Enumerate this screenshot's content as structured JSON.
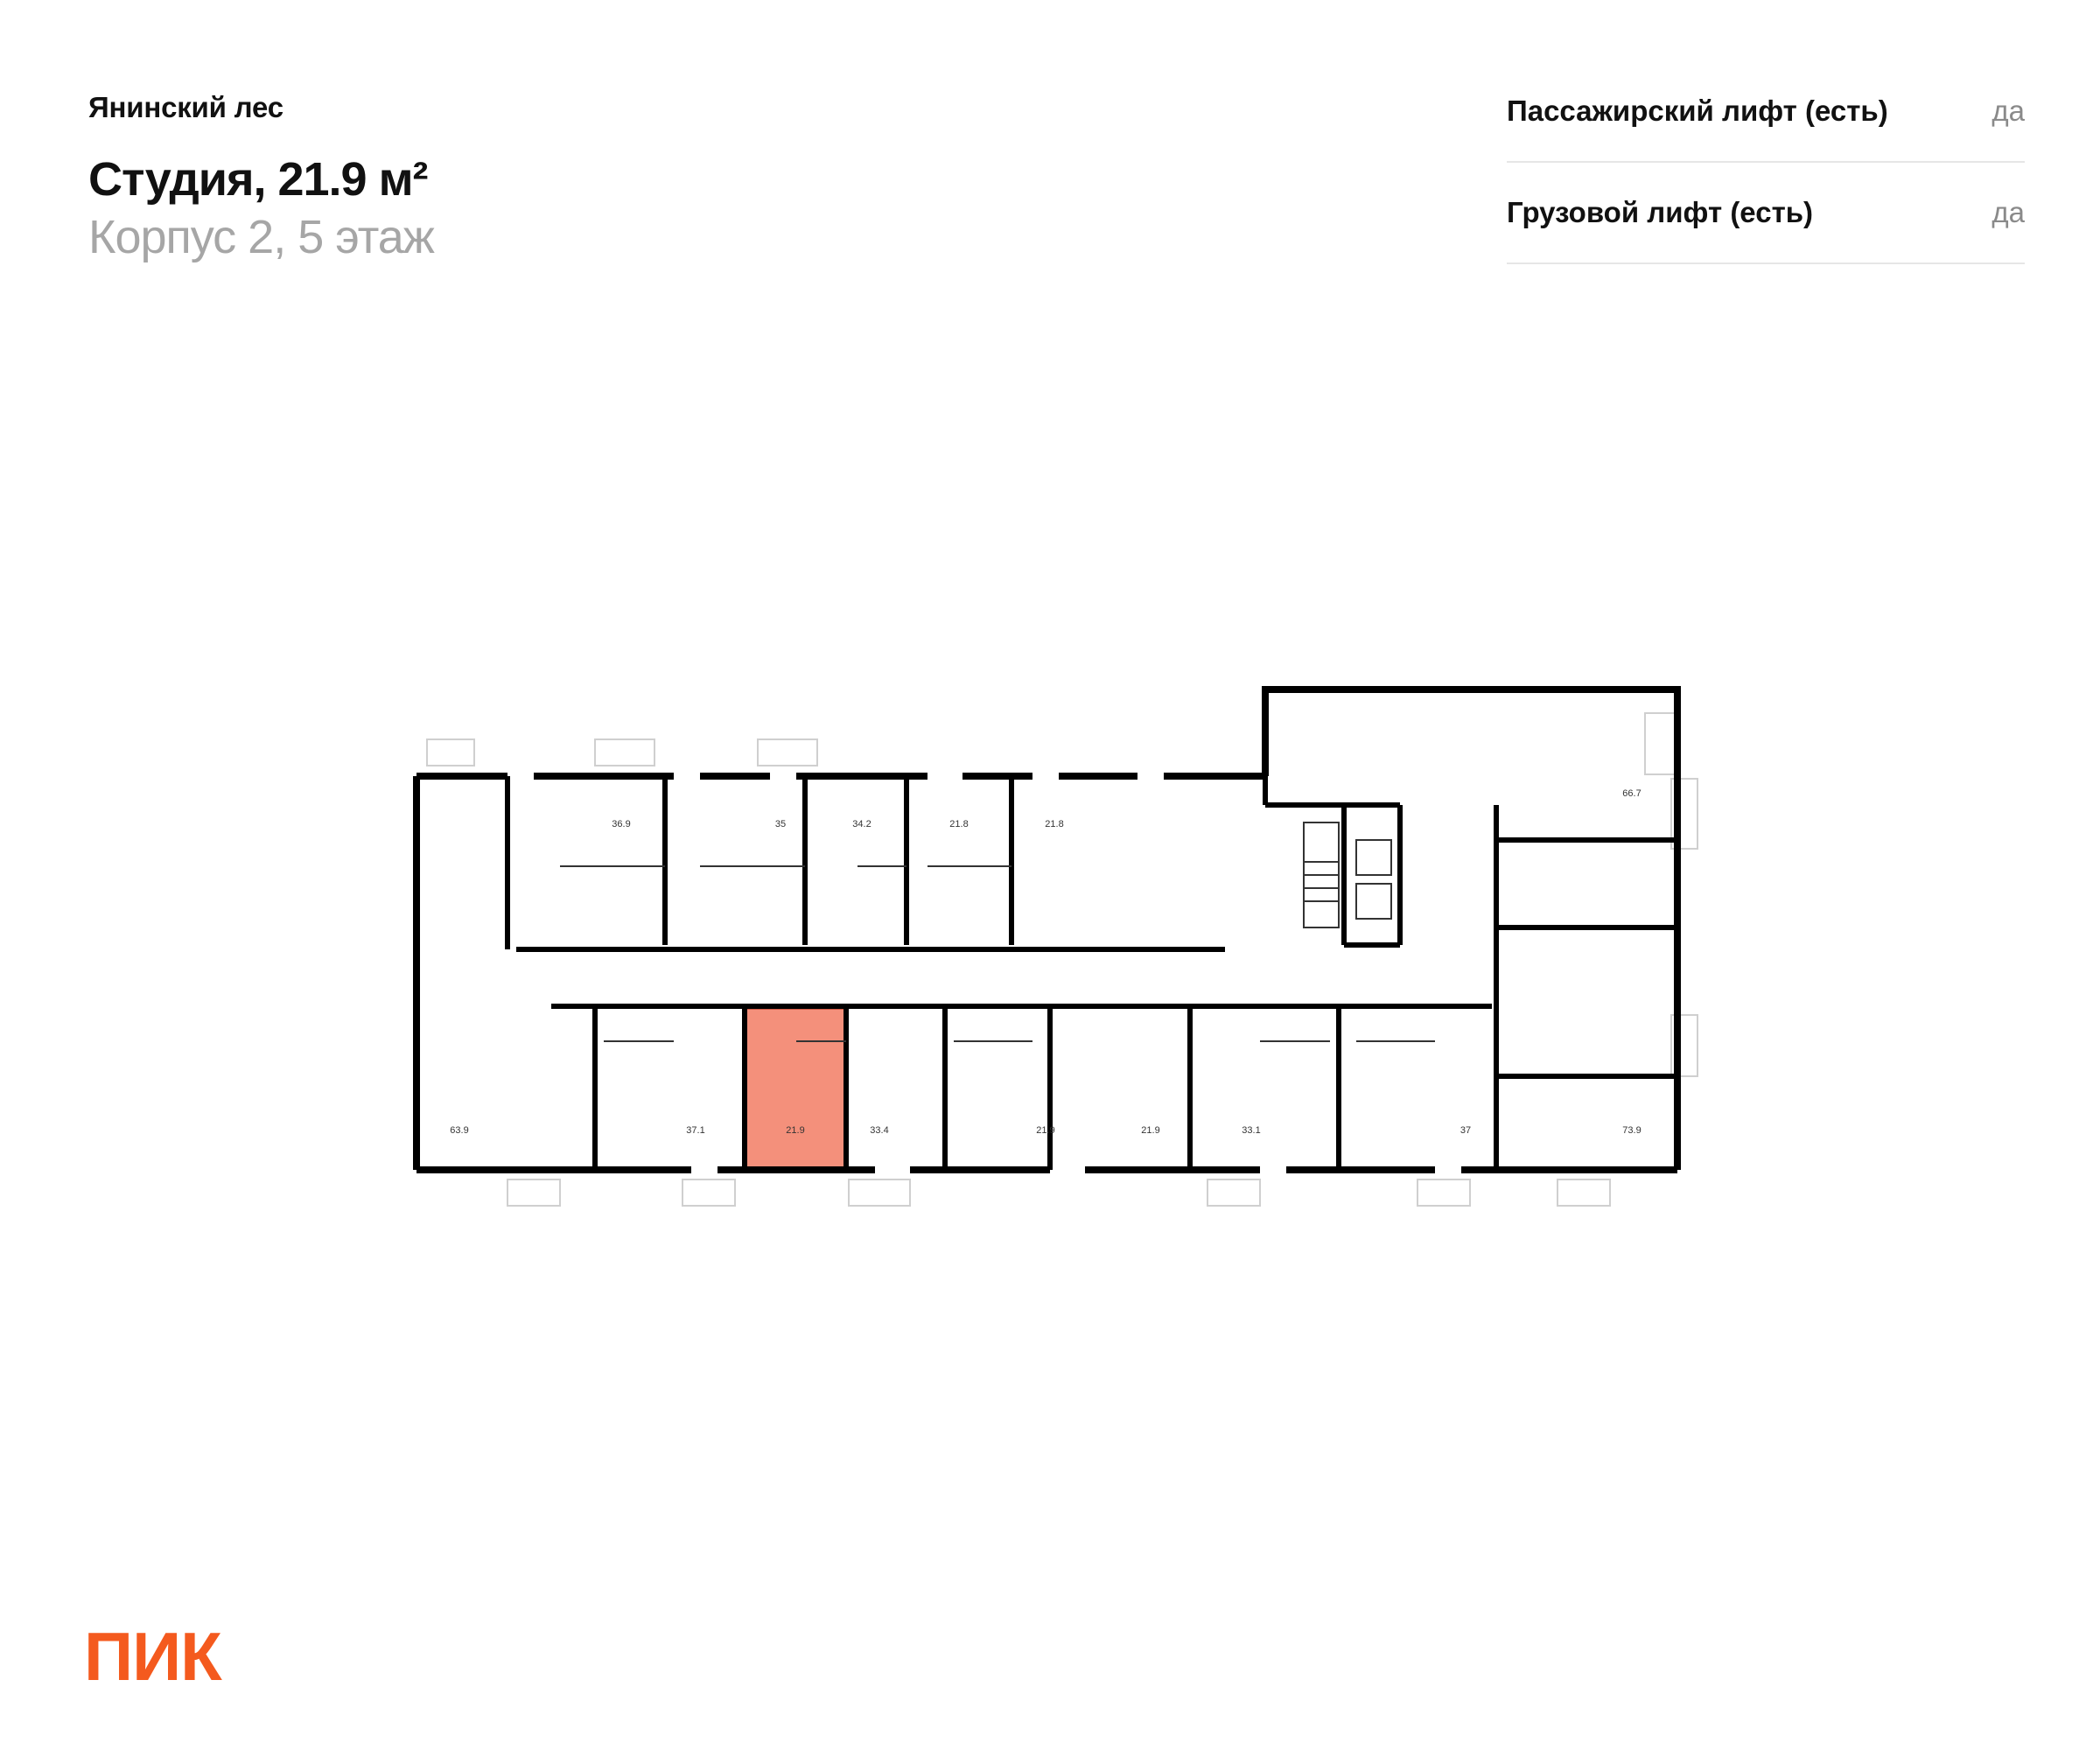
{
  "header": {
    "project": "Янинский лес",
    "title": "Студия, 21.9 м²",
    "subtitle": "Корпус 2, 5 этаж"
  },
  "features": [
    {
      "name": "Пассажирский лифт (есть)",
      "value": "да"
    },
    {
      "name": "Грузовой лифт (есть)",
      "value": "да"
    }
  ],
  "floor_plan": {
    "highlight_color": "#f27c64",
    "room_areas": {
      "top_36_9": "36.9",
      "top_35": "35",
      "top_34_2": "34.2",
      "top_21_8a": "21.8",
      "top_21_8b": "21.8",
      "right_66_7": "66.7",
      "left_63_9": "63.9",
      "bot_37_1": "37.1",
      "bot_21_9_selected": "21.9",
      "bot_33_4": "33.4",
      "bot_21_9a": "21.9",
      "bot_21_9b": "21.9",
      "bot_33_1": "33.1",
      "bot_37": "37",
      "right_73_9": "73.9"
    }
  },
  "logo": {
    "text": "ПИК",
    "color": "#f45a1e"
  }
}
